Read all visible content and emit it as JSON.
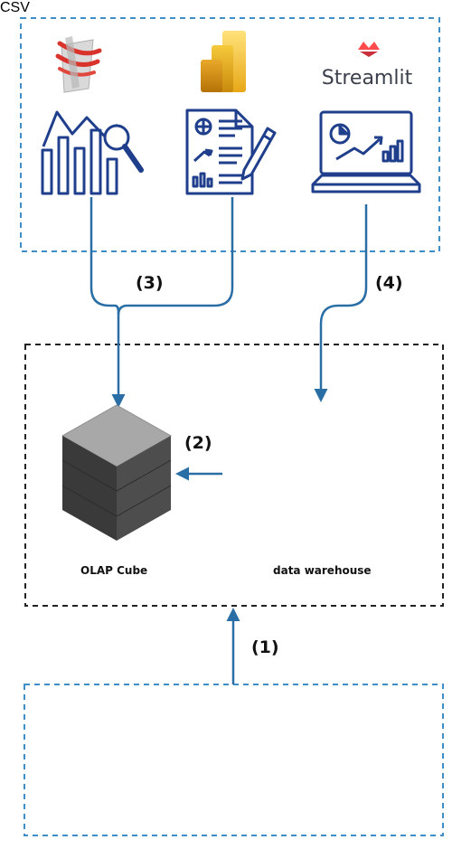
{
  "steps": {
    "load": "(1)",
    "build_cube": "(2)",
    "bi_analysis": "(3)",
    "dashboard": "(4)"
  },
  "labels": {
    "olap_cube": "OLAP Cube",
    "data_warehouse": "data warehouse",
    "streamlit": "Streamlit"
  },
  "icons": {
    "sources": [
      "csv-file-icon",
      "spreadsheet-icon",
      "database-icon"
    ],
    "warehouse": "server-computers-icon",
    "cube": "olap-cube-icon",
    "tools": [
      "ssas-logo-icon",
      "power-bi-logo-icon",
      "streamlit-logo-icon",
      "analytics-chart-icon",
      "report-document-icon",
      "laptop-dashboard-icon"
    ]
  },
  "colors": {
    "accent_blue": "#2a6ea6",
    "frame_blue": "#3f8ec7",
    "frame_black": "#222222",
    "icon_navy": "#1f3f8c",
    "streamlit_red": "#ff4b4b",
    "powerbi_yellow": "#f2c811",
    "csv_blue": "#1f4d9c",
    "sheet_blue": "#2196f3",
    "db_blue": "#3a7bd5"
  }
}
